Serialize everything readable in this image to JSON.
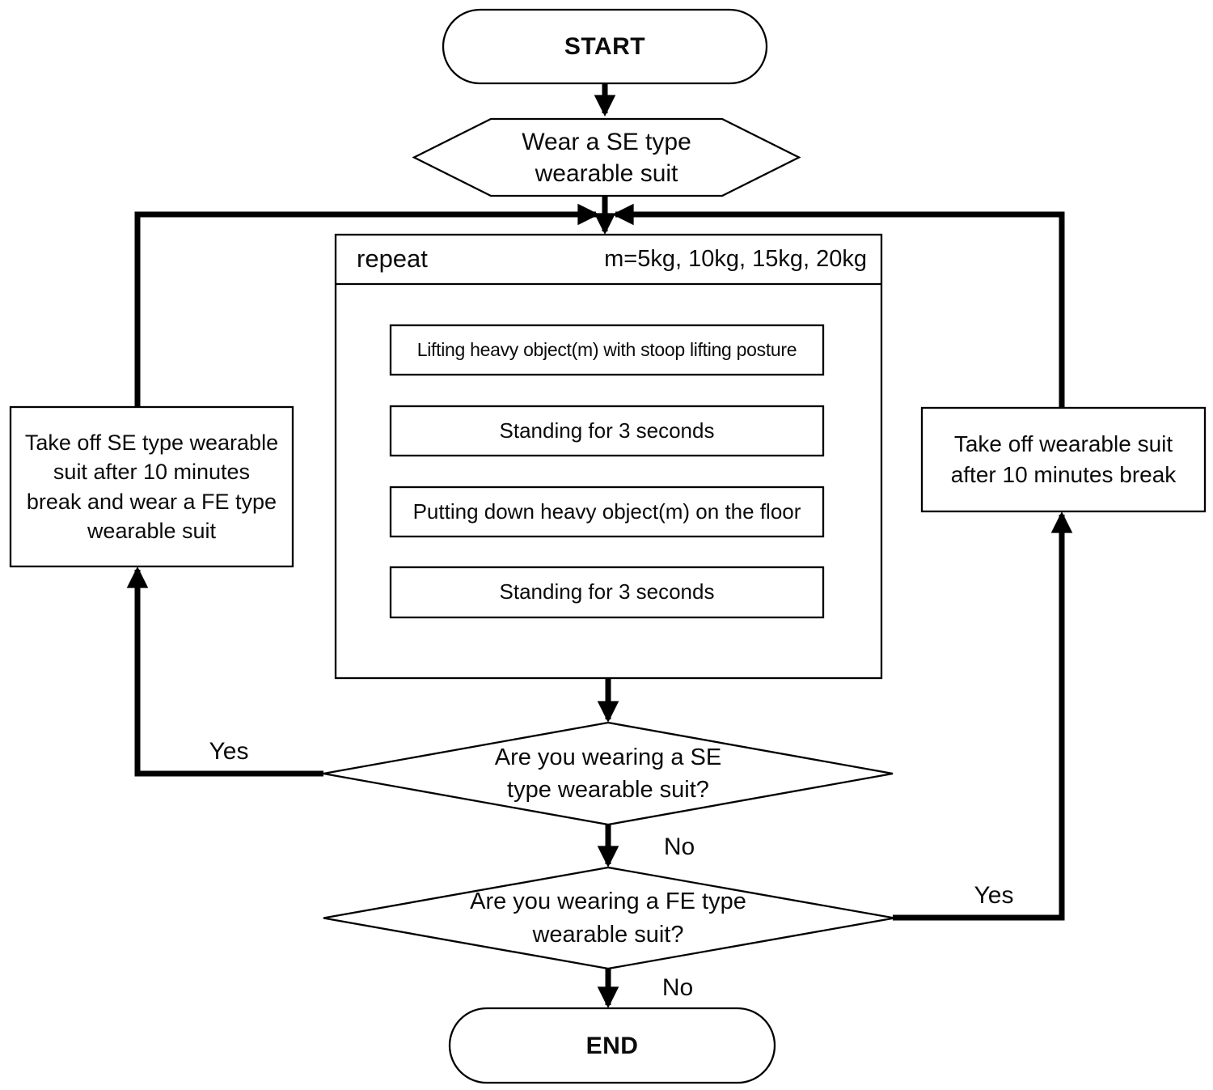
{
  "diagram": {
    "terminators": {
      "start": "START",
      "end": "END"
    },
    "preparation": {
      "wear_suit": "Wear a SE type\nwearable suit"
    },
    "loop": {
      "title": "repeat",
      "params": "m=5kg, 10kg, 15kg, 20kg",
      "steps": [
        "Lifting heavy object(m) with stoop lifting posture",
        "Standing for 3 seconds",
        "Putting down heavy object(m) on the floor",
        "Standing for 3 seconds"
      ]
    },
    "decisions": {
      "se": "Are you wearing a SE\ntype wearable suit?",
      "fe": "Are you wearing a FE type\nwearable suit?"
    },
    "processes": {
      "switch_to_fe": "Take off SE type wearable\nsuit after 10 minutes\nbreak and wear a FE type\nwearable suit",
      "take_off": "Take off wearable suit\nafter 10 minutes break"
    },
    "edge_labels": {
      "se_yes": "Yes",
      "se_no": "No",
      "fe_yes": "Yes",
      "fe_no": "No"
    },
    "colors": {
      "line": "#000000",
      "shape_fill": "#ffffff",
      "background": "#ffffff"
    }
  }
}
